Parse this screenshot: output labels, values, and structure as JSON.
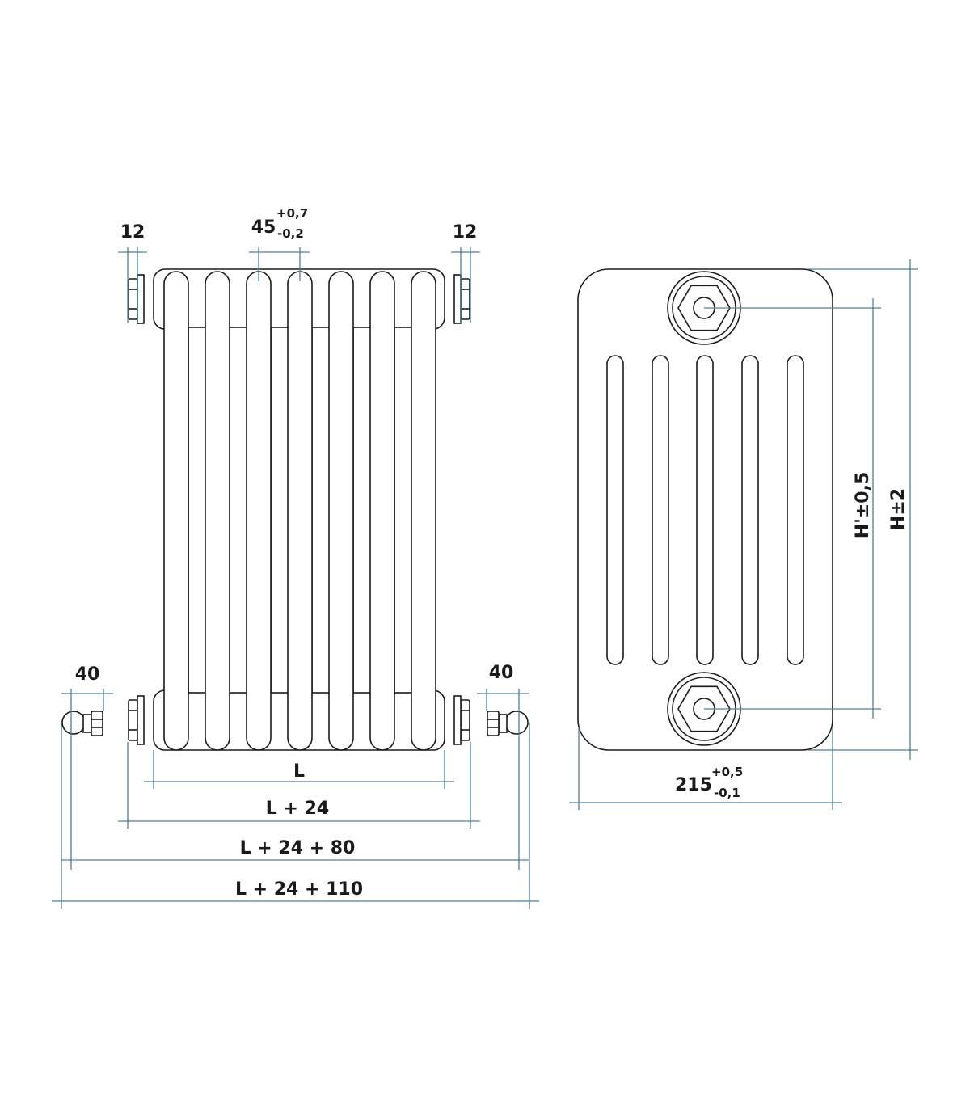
{
  "front_view": {
    "dim_12_left": "12",
    "dim_12_right": "12",
    "dim_45": "45",
    "dim_45_tol_plus": "+0,7",
    "dim_45_tol_minus": "-0,2",
    "dim_40_left": "40",
    "dim_40_right": "40",
    "dim_L": "L",
    "dim_L24": "L + 24",
    "dim_L24_80": "L + 24 + 80",
    "dim_L24_110": "L + 24 + 110"
  },
  "side_view": {
    "dim_215": "215",
    "dim_215_tol_plus": "+0,5",
    "dim_215_tol_minus": "-0,1",
    "dim_H_prime": "H'±0,5",
    "dim_H": "H±2"
  },
  "colors": {
    "dimension_line": "#4f7f99",
    "outline": "#1a1a1a"
  }
}
